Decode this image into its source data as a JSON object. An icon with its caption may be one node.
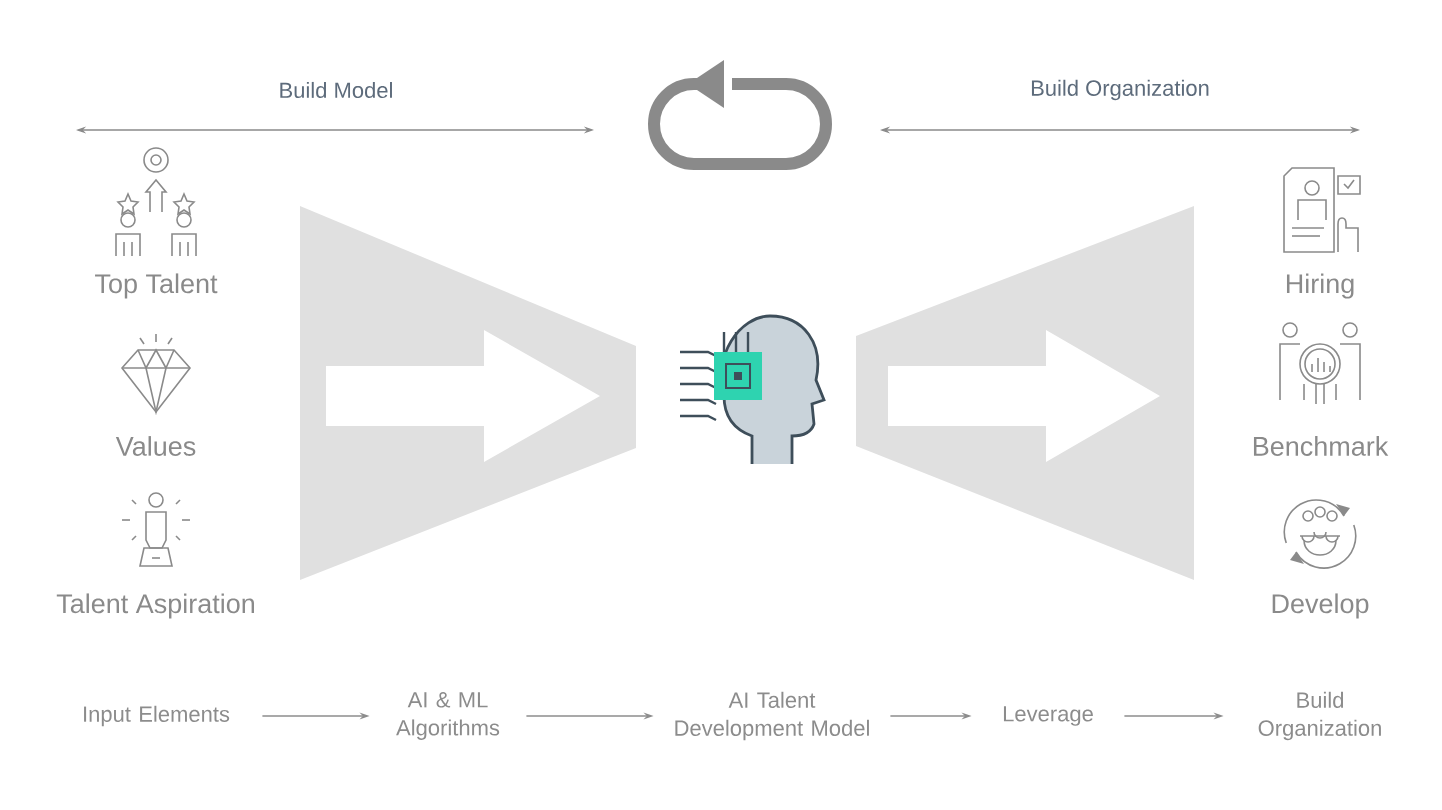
{
  "diagram": {
    "nodes": [
      {
        "text": [
          "Input Elements"
        ]
      },
      {
        "text": [
          "AI & ML Algorithms"
        ]
      },
      {
        "text": [
          "AI Talent Development Model"
        ]
      },
      {
        "text": [
          "Leverage"
        ]
      },
      {
        "text": [
          "Build Organization"
        ]
      }
    ],
    "edges": [
      {
        "from": 0,
        "to": 1,
        "arrow": "to"
      },
      {
        "from": 1,
        "to": 2,
        "arrow": "to"
      },
      {
        "from": 2,
        "to": 3,
        "arrow": "to"
      },
      {
        "from": 3,
        "to": 4,
        "arrow": "to"
      }
    ],
    "labels": [
      "Build Model",
      "Build Organization",
      "Top Talent",
      "Values",
      "Talent Aspiration",
      "Hiring",
      "Benchmark",
      "Develop"
    ]
  }
}
